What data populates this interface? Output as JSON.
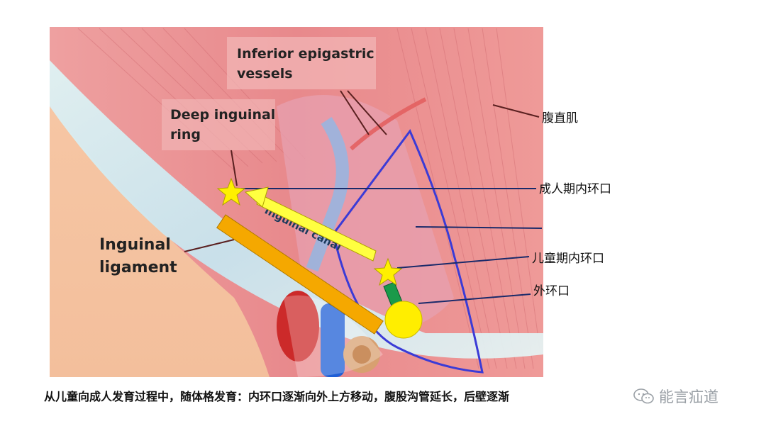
{
  "labels": {
    "inferior_epigastric": [
      "Inferior epigastric",
      "vessels"
    ],
    "deep_inguinal_ring": [
      "Deep inguinal",
      "ring"
    ],
    "inguinal_ligament": [
      "Inguinal",
      "ligament"
    ],
    "inguinal_canal": "Inguinal canal",
    "rectus_abdominis": "腹直肌",
    "adult_internal_ring": "成人期内环口",
    "child_internal_ring": "儿童期内环口",
    "external_ring": "外环口"
  },
  "caption": "从儿童向成人发育过程中，随体格发育：内环口逐渐向外上方移动，腹股沟管延长，后壁逐渐",
  "watermark": "能言疝道",
  "colors": {
    "star": "#fff000",
    "arrow": "#ffff40",
    "canal_bar": "#f5a800",
    "external_ring_bar": "#1a9a4a",
    "external_ring_circle": "#ffee00",
    "triangle_outline": "#3b3bd6",
    "pointer_line": "#1a2a6a",
    "muscle": "#e88a8a",
    "ligament": "#cfe8ef"
  }
}
